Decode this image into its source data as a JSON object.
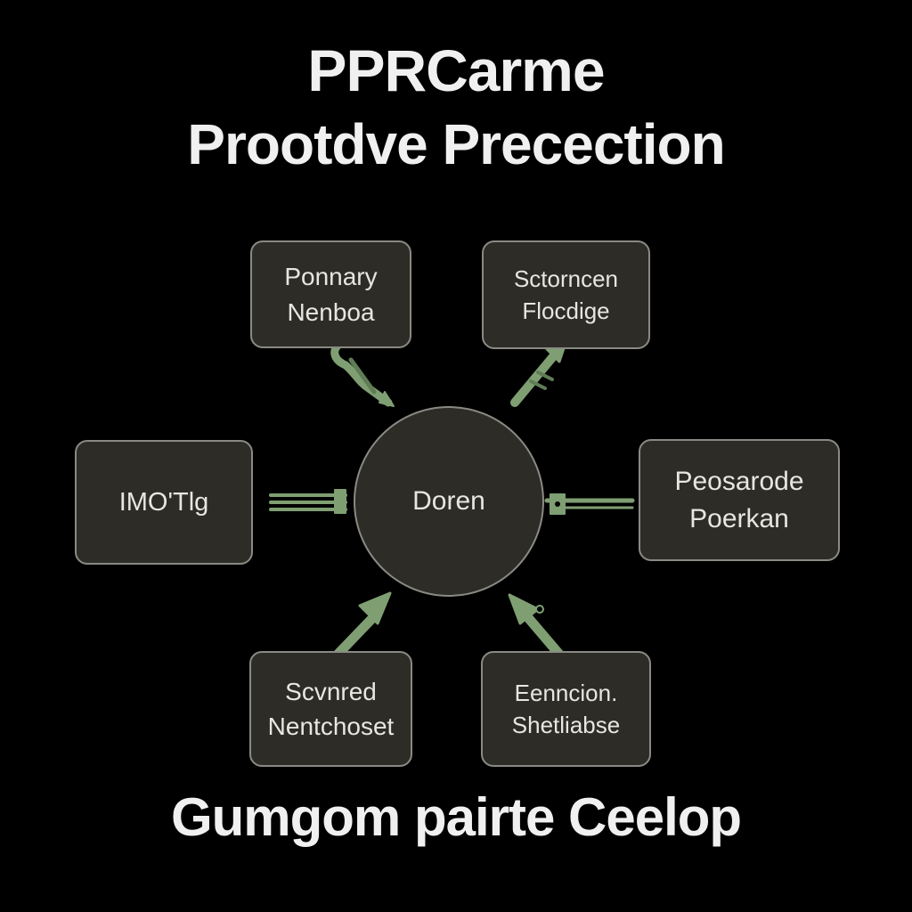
{
  "title": {
    "line1": "PPRCarme",
    "line2": "Prootdve Precection"
  },
  "hub": {
    "label": "Doren"
  },
  "nodes": {
    "top_left": {
      "line1": "Ponnary",
      "line2": "Nenboa"
    },
    "top_right": {
      "line1": "Sctorncen",
      "line2": "Flocdige"
    },
    "left": {
      "line1": "IMO'Tlg"
    },
    "right": {
      "line1": "Peosarode",
      "line2": "Poerkan"
    },
    "bottom_left": {
      "line1": "Scvnred",
      "line2": "Nentchoset"
    },
    "bottom_right": {
      "line1": "Eenncion.",
      "line2": "Shetliabse"
    }
  },
  "footer": {
    "text": "Gumgom pairte Ceelop"
  },
  "colors": {
    "background": "#000000",
    "box_fill": "#2e2c27",
    "box_border": "#8a8a84",
    "connector_green": "#7f9f72",
    "text": "#f0f0f0"
  }
}
